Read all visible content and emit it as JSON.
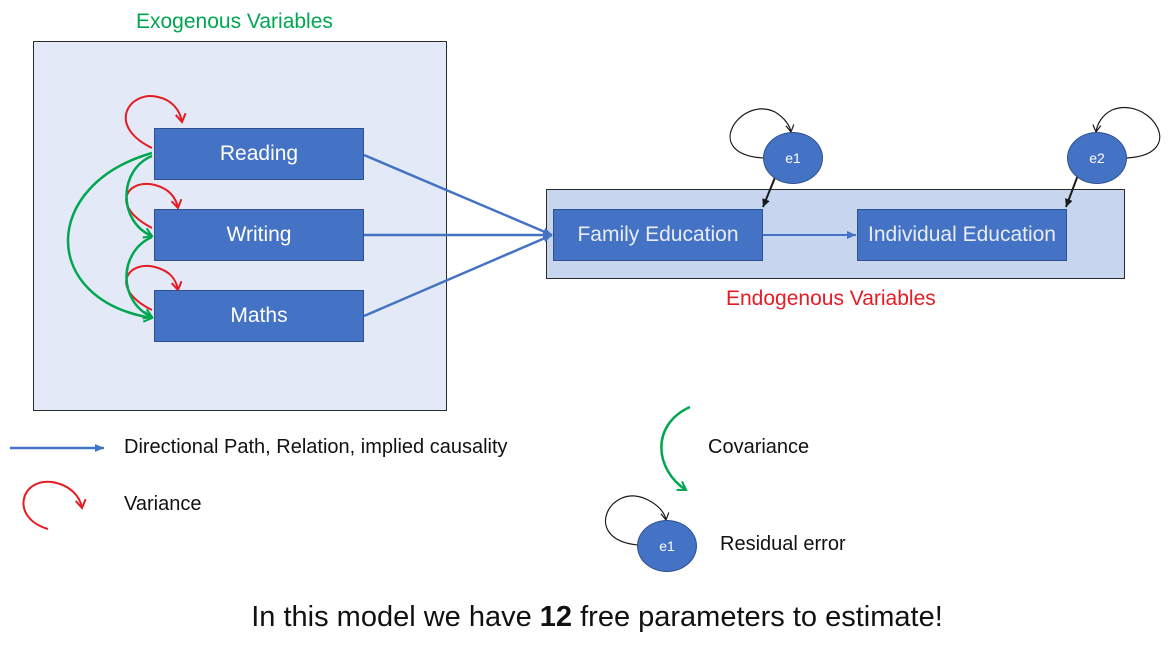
{
  "diagram": {
    "exogenous_title": "Exogenous Variables",
    "endogenous_title": "Endogenous Variables",
    "nodes": {
      "reading": "Reading",
      "writing": "Writing",
      "maths": "Maths",
      "family_education": "Family Education",
      "individual_education": "Individual Education"
    },
    "errors": {
      "e1": "e1",
      "e2": "e2"
    },
    "colors": {
      "box_fill": "#4472c4",
      "exogenous_panel": "#e3e9f6",
      "endogenous_panel": "#c7d5ee",
      "path_arrow": "#4472c4",
      "variance_arrow": "#e51c23",
      "covariance_arrow": "#00a651"
    }
  },
  "legend": {
    "path": "Directional Path, Relation, implied causality",
    "variance": "Variance",
    "covariance": "Covariance",
    "residual_error": "Residual error",
    "residual_error_node": "e1"
  },
  "footer": {
    "prefix": "In this model we have ",
    "count": "12",
    "suffix": " free parameters to estimate!"
  }
}
